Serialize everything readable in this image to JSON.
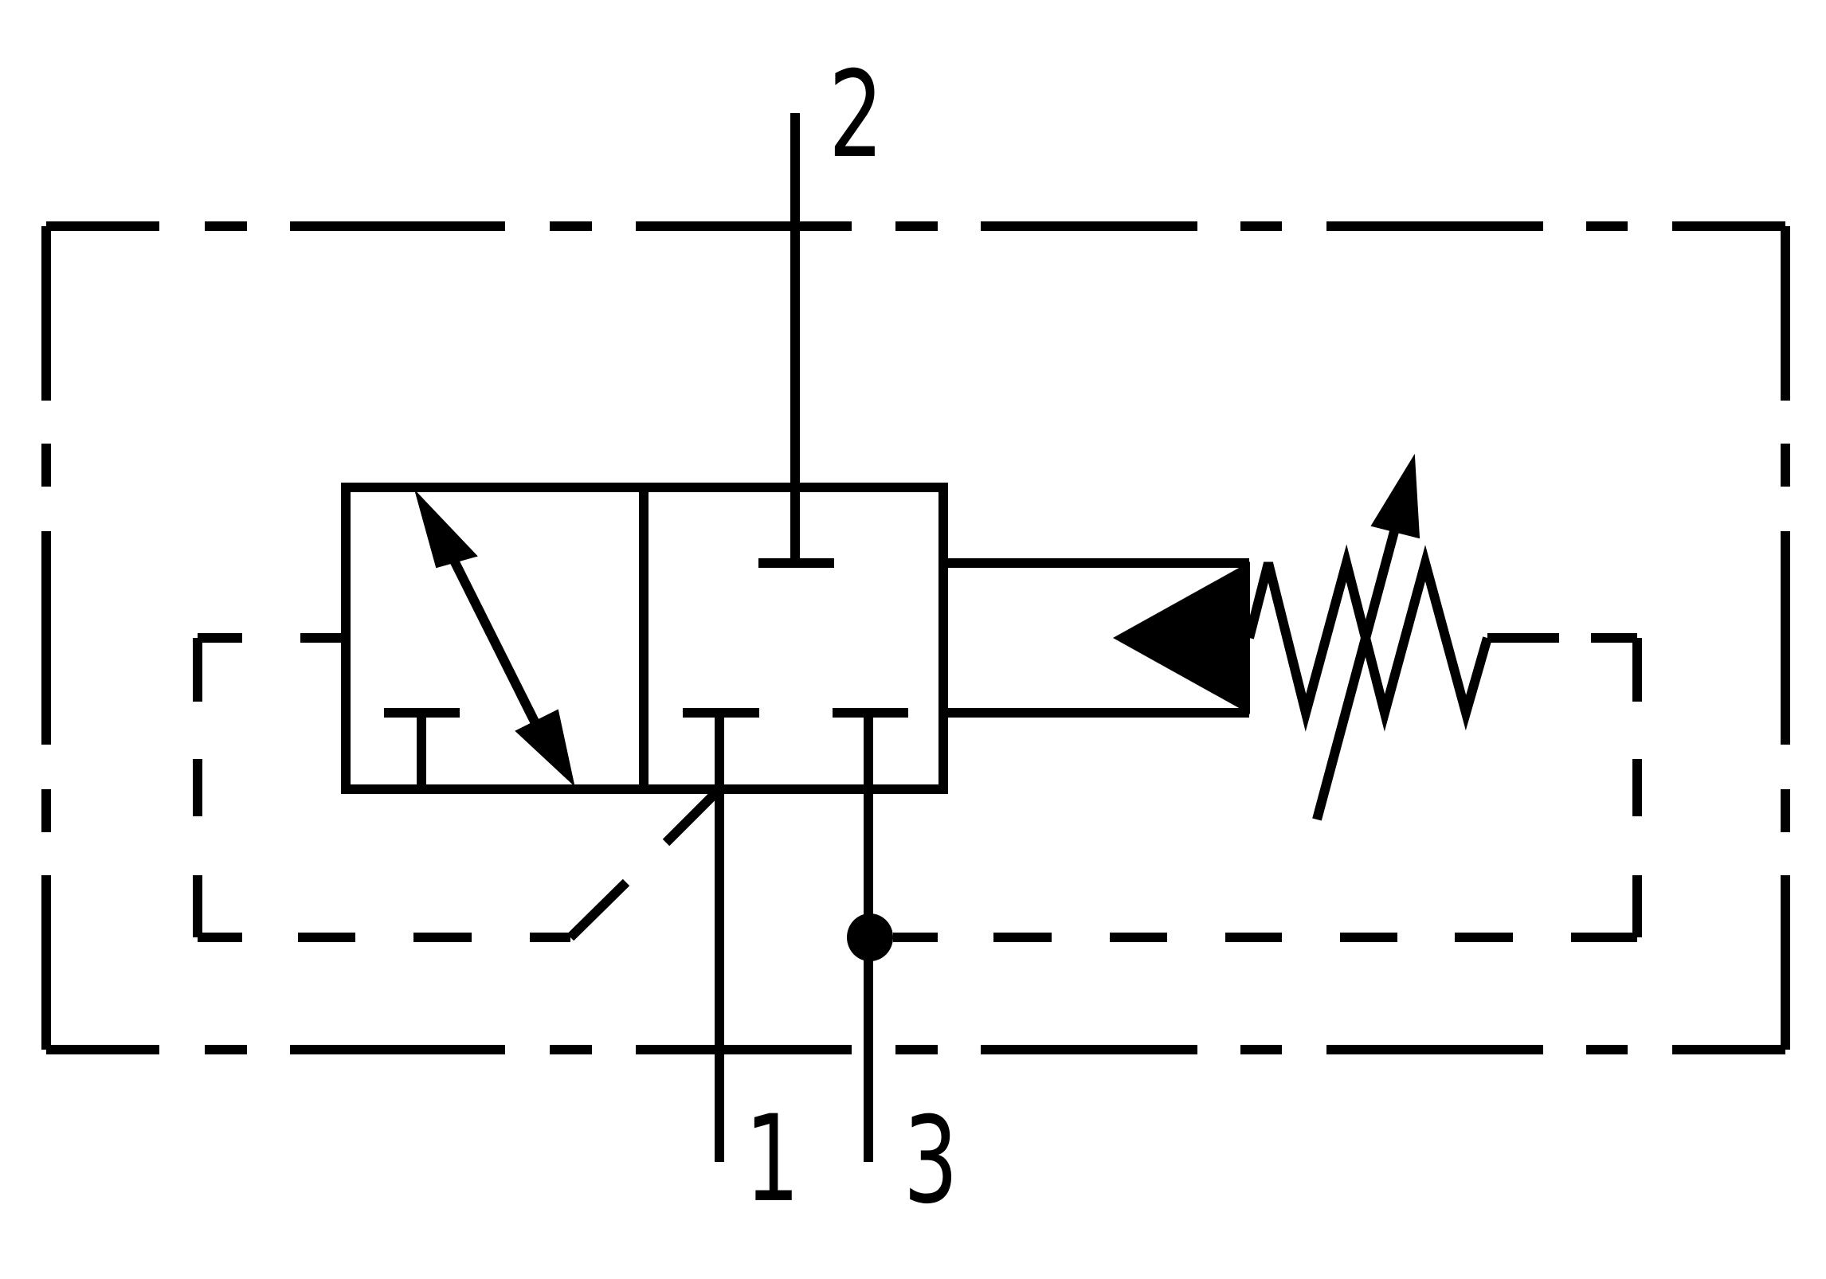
{
  "diagram": {
    "type": "hydraulic-symbol",
    "description_kind": "3-way pressure reducing / relieving valve symbol",
    "colors": {
      "line": "#000000",
      "background": "#ffffff"
    },
    "ports": [
      {
        "id": "port-2",
        "label": "2"
      },
      {
        "id": "port-1",
        "label": "1"
      },
      {
        "id": "port-3",
        "label": "3"
      }
    ],
    "components": [
      "outer-enclosure-boundary",
      "pilot-line",
      "two-position-valve-body",
      "flow-arrow-bidirectional",
      "blocked-port-symbols",
      "pilot-actuator-triangle",
      "adjustable-spring",
      "junction-dot"
    ]
  }
}
